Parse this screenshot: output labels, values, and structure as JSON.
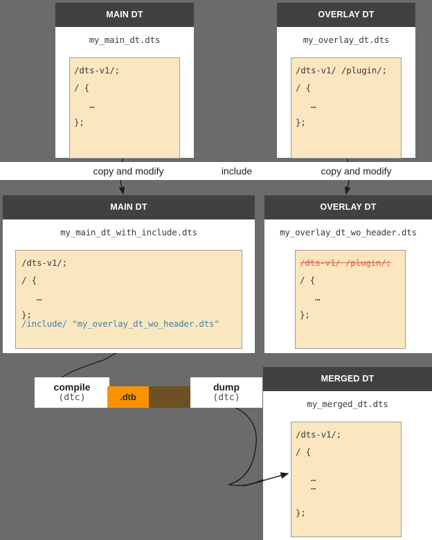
{
  "diagram": {
    "title": "Device Tree overlay include / merge workflow",
    "background_color": "#6b6b6b",
    "header_color": "#414141",
    "code_bg_color": "#fae7c0",
    "accent_color": "#fb9300",
    "strike_color": "#e8574a",
    "include_color": "#4a7fa5"
  },
  "panels": {
    "main_dt_top": {
      "header": "MAIN DT",
      "file_name": "my_main_dt.dts",
      "code": [
        "/dts-v1/;",
        "",
        "/ {",
        "",
        "   …",
        "",
        "};"
      ]
    },
    "overlay_dt_top": {
      "header": "OVERLAY DT",
      "file_name": "my_overlay_dt.dts",
      "code": [
        "/dts-v1/ /plugin/;",
        "",
        "/ {",
        "",
        "   …",
        "",
        "};"
      ]
    },
    "main_dt_mid": {
      "header": "MAIN DT",
      "file_name": "my_main_dt_with_include.dts",
      "code": [
        "/dts-v1/;",
        "",
        "/ {",
        "",
        "   …",
        "",
        "};"
      ],
      "include_line": "/include/ \"my_overlay_dt_wo_header.dts\""
    },
    "overlay_dt_mid": {
      "header": "OVERLAY DT",
      "file_name": "my_overlay_dt_wo_header.dts",
      "struck_line": "/dts-v1/ /plugin/;",
      "code": [
        "",
        "/ {",
        "",
        "   …",
        "",
        "};"
      ]
    },
    "merged_dt": {
      "header": "MERGED DT",
      "file_name": "my_merged_dt.dts",
      "code": [
        "/dts-v1/;",
        "",
        "/ {",
        "",
        "",
        "   …",
        "   …",
        "",
        "",
        "};"
      ]
    }
  },
  "edges": {
    "copy_and_modify_left": "copy and modify",
    "include": "include",
    "copy_and_modify_right": "copy and modify"
  },
  "tools": {
    "compile": {
      "name": "compile",
      "tool": "(dtc)"
    },
    "dump": {
      "name": "dump",
      "tool": "(dtc)"
    },
    "artifact": ".dtb"
  }
}
